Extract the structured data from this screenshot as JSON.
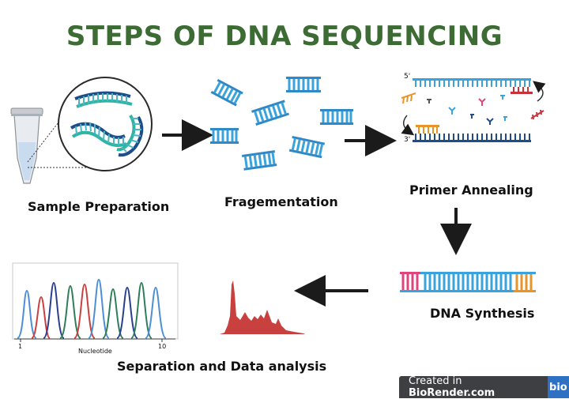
{
  "title": "STEPS OF DNA SEQUENCING",
  "steps": {
    "sample_preparation": "Sample Preparation",
    "fragmentation": "Fragementation",
    "primer_annealing": "Primer Annealing",
    "dna_synthesis": "DNA Synthesis",
    "separation": "Separation and Data analysis"
  },
  "strand_labels": {
    "five_prime": "5'",
    "three_prime": "3'"
  },
  "chromatogram": {
    "x_tick_start": "1",
    "x_tick_end": "10",
    "x_label": "Nucleotide"
  },
  "watermark": {
    "prefix": "Created in ",
    "brand": "BioRender.com",
    "logo": "bio"
  },
  "colors": {
    "title": "#3c6b34",
    "dna_blue": "#3aa3db",
    "dna_dark": "#1d4e89",
    "primer_orange": "#f0a030",
    "primer_red": "#c8323a",
    "synthesis_pink": "#e0447c",
    "peak_red": "#c9413f"
  }
}
